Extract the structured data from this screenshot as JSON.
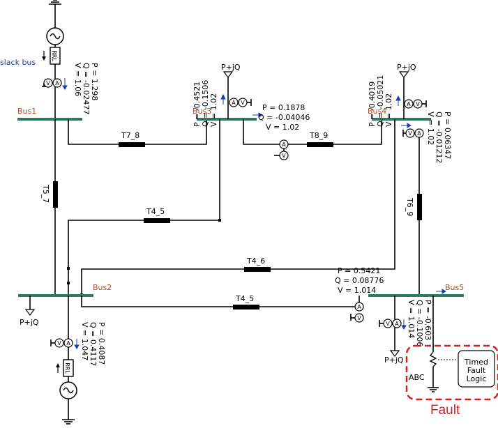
{
  "labels": {
    "slack_bus": "slack bus",
    "fault": "Fault",
    "abc": "ABC",
    "timed_fault_logic": [
      "Timed",
      "Fault",
      "Logic"
    ],
    "rrl": "RRL",
    "load": "P+jQ",
    "meter_v": "V",
    "meter_a": "A"
  },
  "buses": {
    "bus1": "Bus1",
    "bus2": "Bus2",
    "bus3": "Bus3",
    "bus4": "Bus4",
    "bus5": "Bus5"
  },
  "transformers": {
    "t7_8": "T7_8",
    "t5_7": "T5_7",
    "t4_5_upper": "T4_5",
    "t8_9": "T8_9",
    "t6_9": "T6_9",
    "t4_6": "T4_6",
    "t4_5_lower": "T4_5"
  },
  "measurements": {
    "gen1": {
      "p": "P = 1.298",
      "q": "Q = -0.02477",
      "v": "V = 1.06"
    },
    "bus3": {
      "p": "P = -0.4521",
      "q": "Q = -0.1506",
      "v": "V = 1.02"
    },
    "line8_9": {
      "p": "P = 0.1878",
      "q": "Q = -0.04046",
      "v": "V = 1.02"
    },
    "bus4": {
      "p": "P = -0.4019",
      "q": "Q = -0.05021",
      "v": "V = 1.02"
    },
    "bus4_side": {
      "p": "P = 0.06347",
      "q": "Q = -0.01212",
      "v": "V = 1.02"
    },
    "line4_6": {
      "p": "P = 0.5421",
      "q": "Q = 0.08776",
      "v": "V = 1.014"
    },
    "bus5": {
      "p": "P = -0.603",
      "q": "Q = -0.1006",
      "v": "V = 1.014"
    },
    "gen2": {
      "p": "P = 0.4087",
      "q": "Q = 0.4117",
      "v": "V = 1.047"
    }
  },
  "colors": {
    "bus": "#2e7a5e",
    "bus_label": "#a0522d",
    "fault": "#d02020",
    "slack": "#1a3fb0"
  }
}
